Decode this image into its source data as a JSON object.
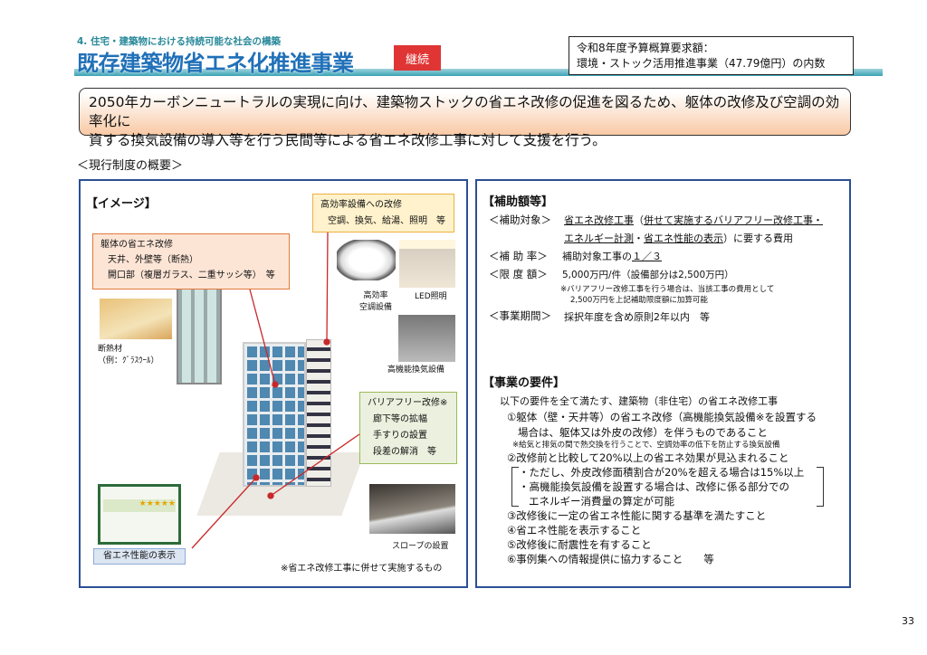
{
  "header": {
    "section": "4. 住宅・建築物における持続可能な社会の構築",
    "title": "既存建築物省エネ化推進事業",
    "badge": "継続",
    "budget_line1": "令和8年度予算概算要求額：",
    "budget_line2": "環境・ストック活用推進事業（47.79億円）の内数"
  },
  "summary": [
    "2050年カーボンニュートラルの実現に向け、建築物ストックの省エネ改修の促進を図るため、躯体の改修及び空調の効率化に",
    "資する換気設備の導入等を行う民間等による省エネ改修工事に対して支援を行う。"
  ],
  "overview_heading": "＜現行制度の概要＞",
  "image_panel": {
    "heading": "【イメージ】",
    "equipment": {
      "title": "高効率設備への改修",
      "items": "空調、換気、給湯、照明　等"
    },
    "envelope": {
      "title": "躯体の省エネ改修",
      "line1": "天井、外壁等（断熱）",
      "line2": "開口部（複層ガラス、二重サッシ等）　等"
    },
    "insulation_label1": "断熱材",
    "insulation_label2": "（例：ｸﾞﾗｽｳｰﾙ）",
    "ac_label1": "高効率",
    "ac_label2": "空調設備",
    "led_label": "LED照明",
    "vent_label": "高機能換気設備",
    "barrier": {
      "title": "バリアフリー改修※",
      "items": [
        "廊下等の拡幅",
        "手すりの設置",
        "段差の解消　等"
      ]
    },
    "slope_label": "スロープの設置",
    "energy_label": "省エネ性能の表示",
    "note": "※省エネ改修工事に併せて実施するもの"
  },
  "subsidy": {
    "heading": "【補助額等】",
    "target_key": "＜補助対象＞",
    "target_val1a": "省エネ改修工事",
    "target_val1b": "（",
    "target_val1c": "併せて実施するバリアフリー改修工事・",
    "target_val2a": "エネルギー計測",
    "target_val2b": "・",
    "target_val2c": "省エネ性能の表示",
    "target_val2d": "）に要する費用",
    "rate_key": "＜補 助 率＞",
    "rate_val": "補助対象工事の",
    "rate_frac": "１／３",
    "limit_key": "＜限 度 額＞",
    "limit_val": "5,000万円/件（設備部分は2,500万円）",
    "limit_note1": "※バリアフリー改修工事を行う場合は、当該工事の費用として",
    "limit_note2": "2,500万円を上記補助限度額に加算可能",
    "period_key": "＜事業期間＞",
    "period_val": "採択年度を含め原則2年以内　等"
  },
  "requirements": {
    "heading": "【事業の要件】",
    "intro": "以下の要件を全て満たす、建築物（非住宅）の省エネ改修工事",
    "r1a": "①躯体（壁・天井等）の省エネ改修（高機能換気設備※を設置する",
    "r1b": "場合は、躯体又は外皮の改修）を伴うものであること",
    "r1note": "※給気と排気の間で熱交換を行うことで、空調効率の低下を防止する換気設備",
    "r2": "②改修前と比較して20%以上の省エネ効果が見込まれること",
    "r2a": "・ただし、外皮改修面積割合が20%を超える場合は15%以上",
    "r2b": "・高機能換気設備を設置する場合は、改修に係る部分での",
    "r2c": "エネルギー消費量の算定が可能",
    "r3": "③改修後に一定の省エネ性能に関する基準を満たすこと",
    "r4": "④省エネ性能を表示すること",
    "r5": "⑤改修後に耐震性を有すること",
    "r6": "⑥事例集への情報提供に協力すること　　等"
  },
  "page_number": "33",
  "colors": {
    "title": "#2070b8",
    "badge": "#e03535",
    "panel_border": "#2a4f95",
    "callout_line": "#c8282a"
  }
}
